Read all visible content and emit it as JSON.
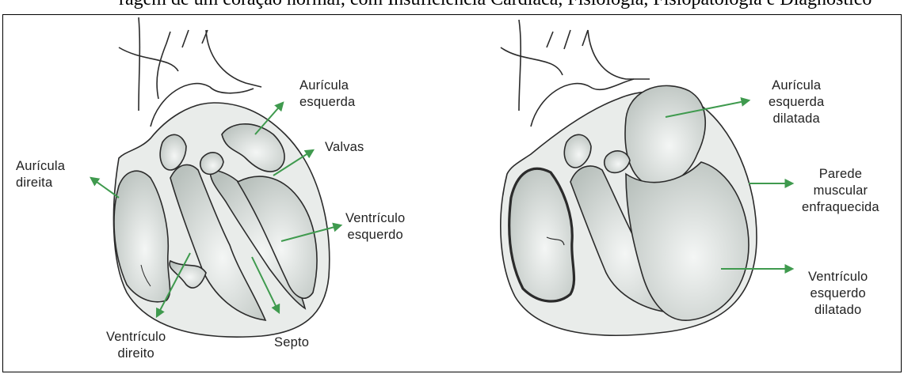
{
  "caption": {
    "text": "ragem de um coração normal, com Insuficiência Cardíaca, Fisiologia, Fisiopatologia e Diagnóstico"
  },
  "normal_heart": {
    "labels": {
      "auricula_esquerda": [
        "Aurícula",
        "esquerda"
      ],
      "valvas": [
        "Valvas"
      ],
      "auricula_direita": [
        "Aurícula",
        "direita"
      ],
      "ventriculo_esquerdo": [
        "Ventrículo",
        "esquerdo"
      ],
      "ventriculo_direito": [
        "Ventrículo",
        "direito"
      ],
      "septo": [
        "Septo"
      ]
    }
  },
  "failing_heart": {
    "labels": {
      "auricula_esquerda_dilatada": [
        "Aurícula",
        "esquerda",
        "dilatada"
      ],
      "parede_muscular": [
        "Parede",
        "muscular",
        "enfraquecida"
      ],
      "ventriculo_esquerdo_dilatado": [
        "Ventrículo",
        "esquerdo",
        "dilatado"
      ]
    }
  },
  "colors": {
    "arrow": "#3f9a4e",
    "outline": "#2b2b2b",
    "chamber_fill": "#c9cfcc"
  }
}
